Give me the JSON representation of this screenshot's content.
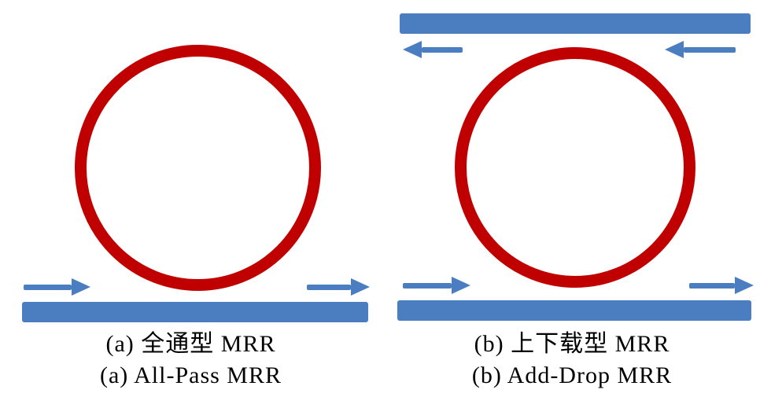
{
  "figure": {
    "panels": [
      {
        "id": "all-pass-mrr",
        "caption_zh": "(a) 全通型 MRR",
        "caption_en": "(a) All-Pass MRR",
        "components": [
          "microring-resonator",
          "bus-waveguide-bottom"
        ],
        "arrows": [
          {
            "name": "input-arrow",
            "direction": "right",
            "position": "bottom-left"
          },
          {
            "name": "through-arrow",
            "direction": "right",
            "position": "bottom-right"
          }
        ]
      },
      {
        "id": "add-drop-mrr",
        "caption_zh": "(b) 上下载型 MRR",
        "caption_en": "(b) Add-Drop MRR",
        "components": [
          "bus-waveguide-top",
          "microring-resonator",
          "bus-waveguide-bottom"
        ],
        "arrows": [
          {
            "name": "drop-arrow",
            "direction": "left",
            "position": "top-left"
          },
          {
            "name": "add-arrow",
            "direction": "left",
            "position": "top-right"
          },
          {
            "name": "input-arrow",
            "direction": "right",
            "position": "bottom-left"
          },
          {
            "name": "through-arrow",
            "direction": "right",
            "position": "bottom-right"
          }
        ]
      }
    ]
  },
  "colors": {
    "ring": "#c00000",
    "waveguide": "#4a7ec0",
    "arrow": "#4a7ec0",
    "text": "#000000",
    "background": "#ffffff"
  }
}
